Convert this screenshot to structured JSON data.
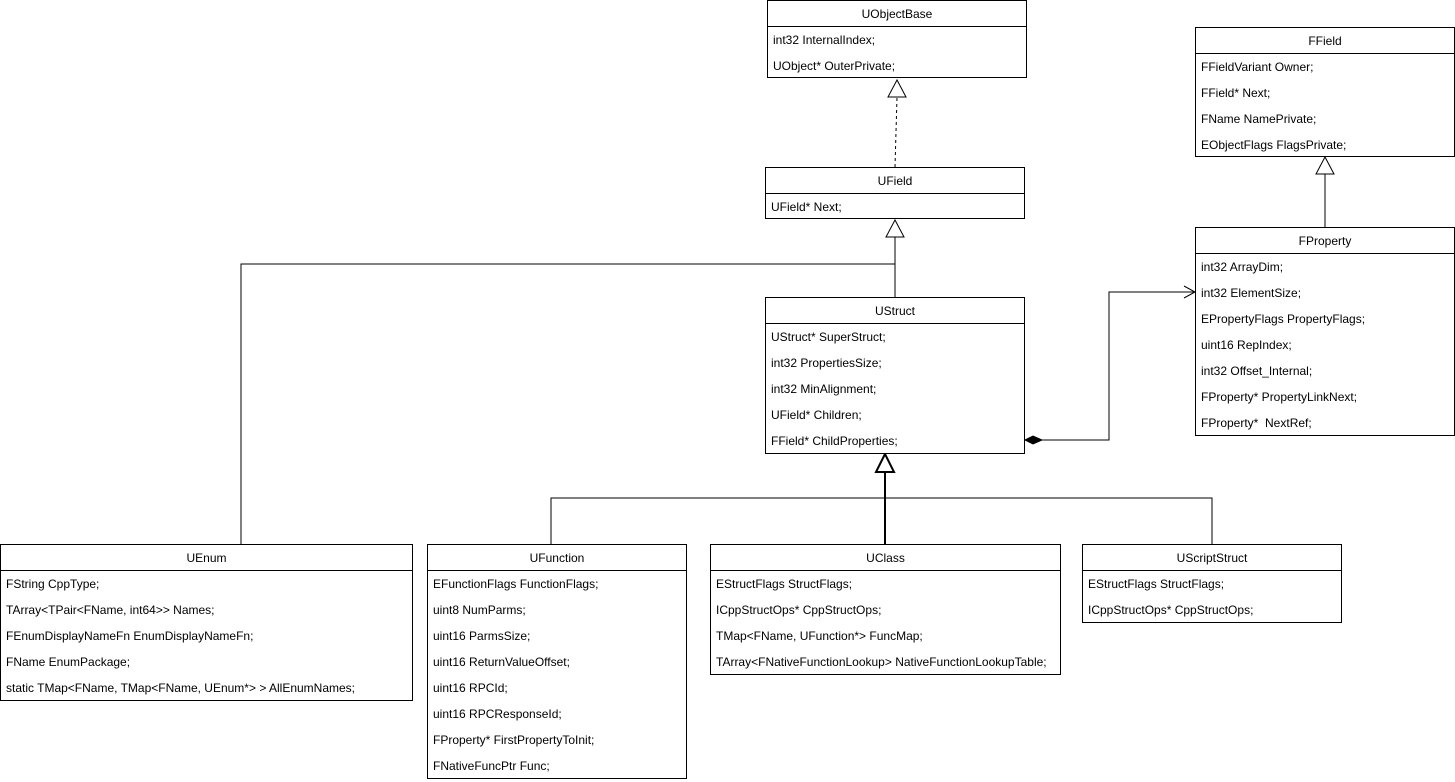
{
  "diagram": {
    "classes": [
      {
        "id": "uobjectbase",
        "name": "UObjectBase",
        "fields": [
          "int32 InternalIndex;",
          "UObject* OuterPrivate;"
        ]
      },
      {
        "id": "ufield",
        "name": "UField",
        "fields": [
          "UField* Next;"
        ]
      },
      {
        "id": "ustruct",
        "name": "UStruct",
        "fields": [
          "UStruct* SuperStruct;",
          "int32 PropertiesSize;",
          "int32 MinAlignment;",
          "UField* Children;",
          "FField* ChildProperties;"
        ]
      },
      {
        "id": "ffield",
        "name": "FField",
        "fields": [
          "FFieldVariant Owner;",
          "FField* Next;",
          "FName NamePrivate;",
          "EObjectFlags FlagsPrivate;"
        ]
      },
      {
        "id": "fproperty",
        "name": "FProperty",
        "fields": [
          "int32 ArrayDim;",
          "int32 ElementSize;",
          "EPropertyFlags PropertyFlags;",
          "uint16 RepIndex;",
          "int32 Offset_Internal;",
          "FProperty* PropertyLinkNext;",
          "FProperty*  NextRef;"
        ]
      },
      {
        "id": "uenum",
        "name": "UEnum",
        "fields": [
          "FString CppType;",
          "TArray<TPair<FName, int64>> Names;",
          "FEnumDisplayNameFn EnumDisplayNameFn;",
          "FName EnumPackage;",
          "static TMap<FName, TMap<FName, UEnum*> > AllEnumNames;"
        ]
      },
      {
        "id": "ufunction",
        "name": "UFunction",
        "fields": [
          "EFunctionFlags FunctionFlags;",
          "uint8 NumParms;",
          "uint16 ParmsSize;",
          "uint16 ReturnValueOffset;",
          "uint16 RPCId;",
          "uint16 RPCResponseId;",
          "FProperty* FirstPropertyToInit;",
          "FNativeFuncPtr Func;"
        ]
      },
      {
        "id": "uclass",
        "name": "UClass",
        "fields": [
          "EStructFlags StructFlags;",
          "ICppStructOps* CppStructOps;",
          "TMap<FName, UFunction*> FuncMap;",
          "TArray<FNativeFunctionLookup> NativeFunctionLookupTable;"
        ]
      },
      {
        "id": "uscriptstruct",
        "name": "UScriptStruct",
        "fields": [
          "EStructFlags StructFlags;",
          "ICppStructOps* CppStructOps;"
        ]
      }
    ],
    "relations": [
      {
        "from": "ufield",
        "to": "uobjectbase",
        "kind": "realization"
      },
      {
        "from": "ustruct",
        "to": "ufield",
        "kind": "generalization"
      },
      {
        "from": "uenum",
        "to": "ufield",
        "kind": "generalization"
      },
      {
        "from": "fproperty",
        "to": "ffield",
        "kind": "generalization"
      },
      {
        "from": "ustruct",
        "to": "fproperty",
        "kind": "composition"
      },
      {
        "from": "ufunction",
        "to": "ustruct",
        "kind": "generalization"
      },
      {
        "from": "uclass",
        "to": "ustruct",
        "kind": "generalization"
      },
      {
        "from": "uscriptstruct",
        "to": "ustruct",
        "kind": "generalization"
      }
    ],
    "colors": {
      "stroke": "#000000",
      "fill": "#ffffff"
    }
  }
}
